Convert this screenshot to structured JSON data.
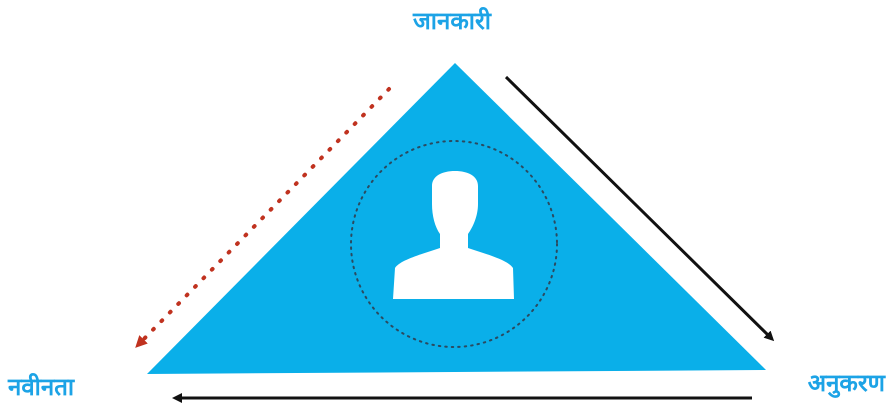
{
  "labels": {
    "top": "जानकारी",
    "left": "नवीनता",
    "right": "अनुकरण"
  },
  "colors": {
    "triangle": "#0aafe9",
    "label": "#1ca3e6",
    "arrow_solid": "#111111",
    "arrow_dotted": "#c0321f",
    "icon": "#ffffff",
    "dotted_circle": "#2b4a60"
  },
  "icons": {
    "center": "user-silhouette-icon"
  }
}
